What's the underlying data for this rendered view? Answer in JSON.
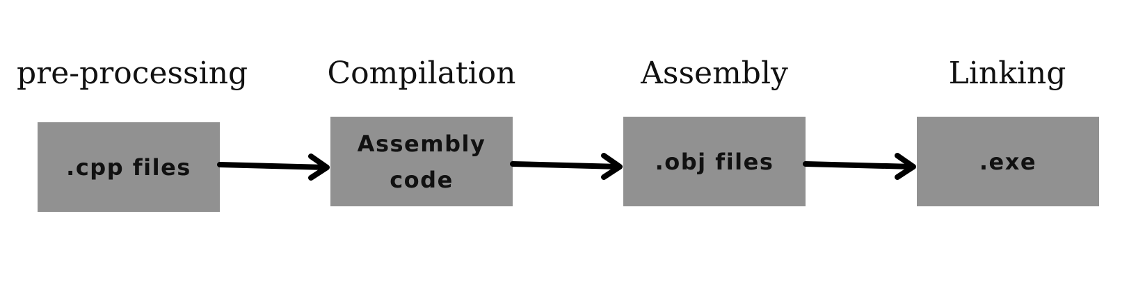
{
  "stages": [
    {
      "label": "pre-processing",
      "box_text": ".cpp files"
    },
    {
      "label": "Compilation",
      "box_text": "Assembly\ncode"
    },
    {
      "label": "Assembly",
      "box_text": ".obj files"
    },
    {
      "label": "Linking",
      "box_text": ".exe"
    }
  ],
  "colors": {
    "box_fill": "#919191",
    "arrow": "#000000",
    "text": "#111111"
  }
}
